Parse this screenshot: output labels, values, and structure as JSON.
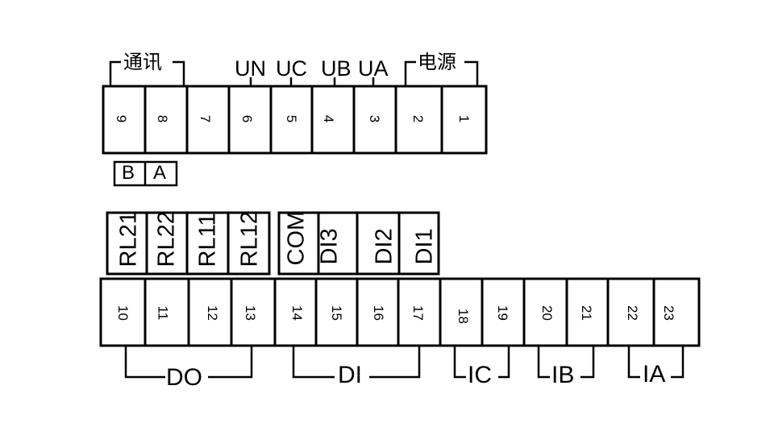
{
  "top_strip": {
    "terminals": [
      "9",
      "8",
      "7",
      "6",
      "5",
      "4",
      "3",
      "2",
      "1"
    ],
    "group_comm": "通讯",
    "group_power": "电源",
    "voltage_labels": [
      "UN",
      "UC",
      "UB",
      "UA"
    ],
    "comm_pins": [
      "B",
      "A"
    ]
  },
  "bottom_strip": {
    "terminals": [
      "10",
      "11",
      "12",
      "13",
      "14",
      "15",
      "16",
      "17",
      "18",
      "19",
      "20",
      "21",
      "22",
      "23"
    ],
    "relay_labels": [
      "RL21",
      "RL22",
      "RL11",
      "RL12"
    ],
    "input_labels": [
      "COM",
      "DI3",
      "DI2",
      "DI1"
    ],
    "groups": [
      "DO",
      "DI",
      "IC",
      "IB",
      "IA"
    ]
  },
  "colors": {
    "line": "#000000",
    "background": "#ffffff"
  }
}
